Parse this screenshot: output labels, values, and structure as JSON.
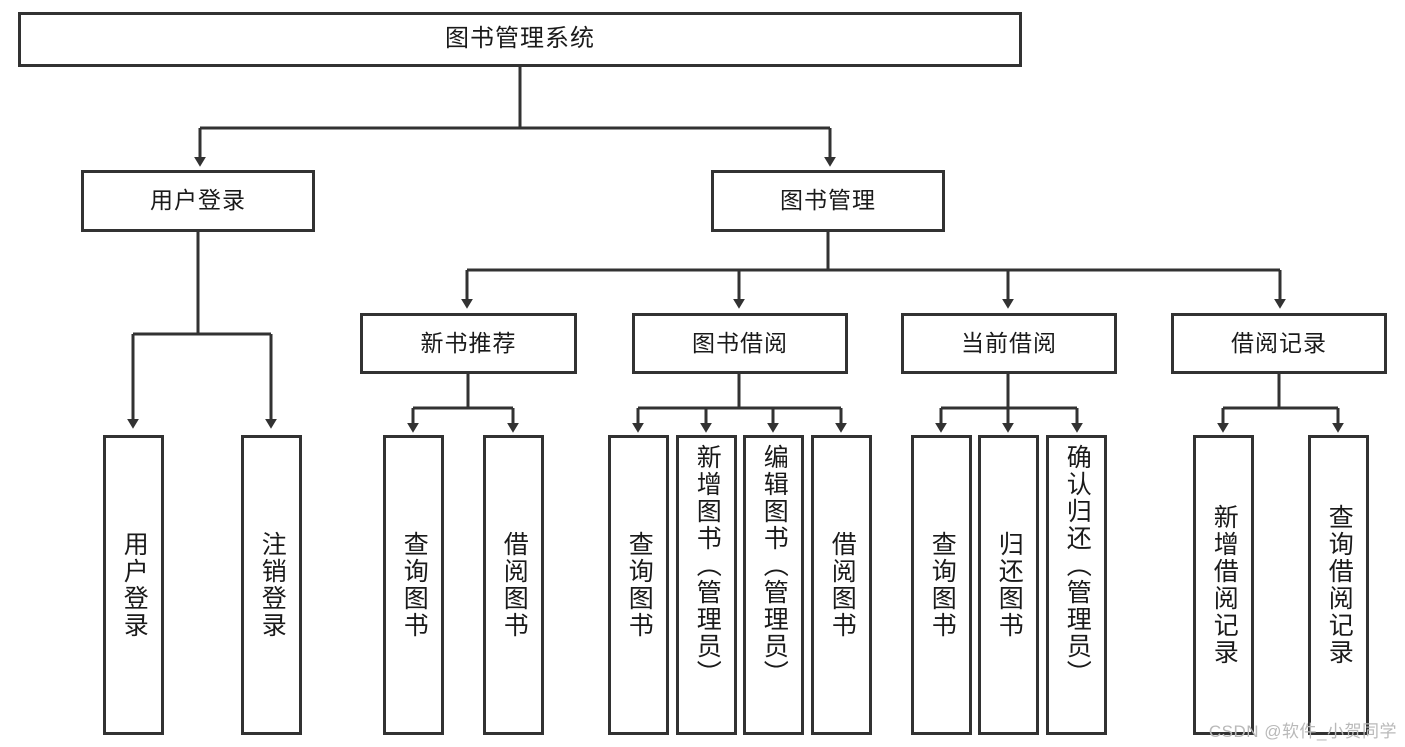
{
  "diagram": {
    "type": "tree",
    "title": "图书管理系统",
    "style": {
      "line_color": "#323232",
      "box_fill": "#ffffff",
      "text_color": "#1a1a1a",
      "watermark_color": "#b9b9b9"
    },
    "root": {
      "label": "图书管理系统"
    },
    "level2": [
      {
        "label": "用户登录"
      },
      {
        "label": "图书管理"
      }
    ],
    "level3": [
      {
        "label": "新书推荐"
      },
      {
        "label": "图书借阅"
      },
      {
        "label": "当前借阅"
      },
      {
        "label": "借阅记录"
      }
    ],
    "leaves": {
      "user_login": [
        {
          "label": "用户登录"
        },
        {
          "label": "注销登录"
        }
      ],
      "new_book": [
        {
          "label": "查询图书"
        },
        {
          "label": "借阅图书"
        }
      ],
      "book_borrow": [
        {
          "label": "查询图书"
        },
        {
          "label": "新增图书（管理员）"
        },
        {
          "label": "编辑图书（管理员）"
        },
        {
          "label": "借阅图书"
        }
      ],
      "current_borrow": [
        {
          "label": "查询图书"
        },
        {
          "label": "归还图书"
        },
        {
          "label": "确认归还（管理员）"
        }
      ],
      "borrow_record": [
        {
          "label": "新增借阅记录"
        },
        {
          "label": "查询借阅记录"
        }
      ]
    }
  },
  "watermark": {
    "text": "CSDN @软件_小贺同学"
  }
}
